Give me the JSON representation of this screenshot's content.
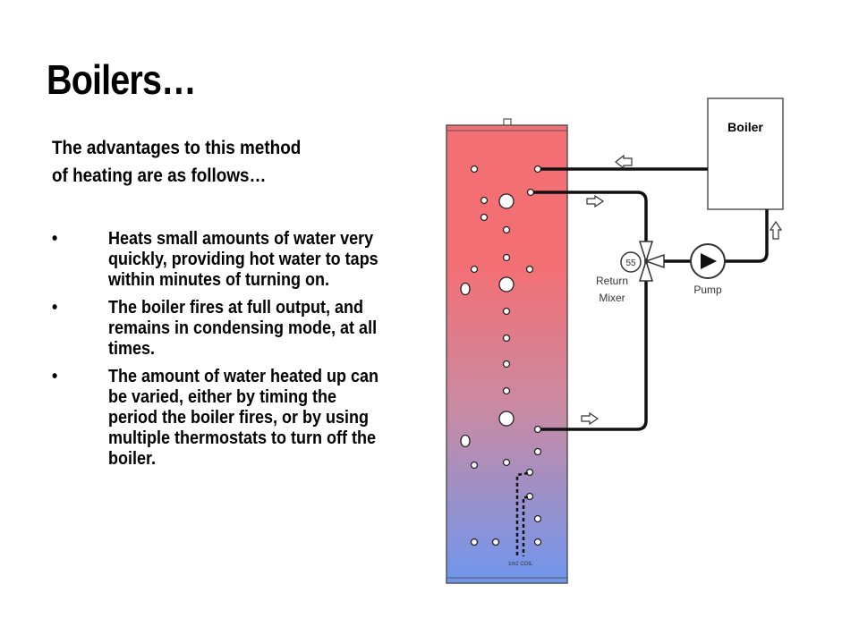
{
  "slide": {
    "title": "Boilers…",
    "intro_line1": "The advantages to this method",
    "intro_line2": "of heating are as follows…",
    "bullet_char": "•",
    "bullets": [
      "Heats small amounts of water very quickly, providing hot water to taps within minutes of turning on.",
      "The boiler fires at full output, and remains in condensing mode, at all times.",
      "The amount of water heated up can be varied, either by timing the period the boiler fires, or by using multiple thermostats to turn off the boiler."
    ]
  },
  "diagram": {
    "boiler_label": "Boiler",
    "thermostat_value": "55",
    "return_mixer_line1": "Return",
    "return_mixer_line2": "Mixer",
    "pump_label": "Pump",
    "coil_label": "1m2 COIL",
    "colors": {
      "tank_top": "#f46f73",
      "tank_middle": "#c98aa3",
      "tank_bottom": "#6f96ee",
      "pipe": "#111111"
    }
  }
}
